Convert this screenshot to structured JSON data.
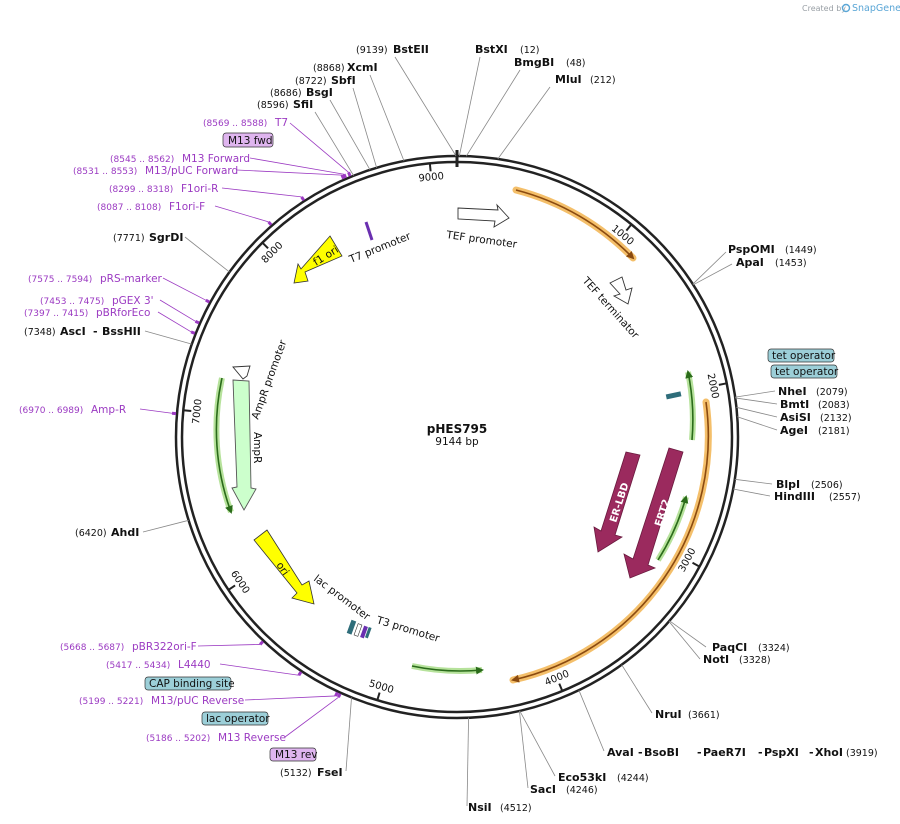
{
  "credit": {
    "prefix": "Created by",
    "brand": "SnapGene"
  },
  "plasmid": {
    "name": "pHES795",
    "size": "9144 bp",
    "length": 9144
  },
  "ticks": [
    "1000",
    "2000",
    "3000",
    "4000",
    "5000",
    "6000",
    "7000",
    "8000",
    "9000"
  ],
  "enzymes": [
    {
      "name": "BstEII",
      "pos": "(9139)"
    },
    {
      "name": "BstXI",
      "pos": "(12)"
    },
    {
      "name": "BmgBI",
      "pos": "(48)"
    },
    {
      "name": "MluI",
      "pos": "(212)"
    },
    {
      "name": "XcmI",
      "pos": "(8868)"
    },
    {
      "name": "SbfI",
      "pos": "(8722)"
    },
    {
      "name": "BsgI",
      "pos": "(8686)"
    },
    {
      "name": "SfiI",
      "pos": "(8596)"
    },
    {
      "name": "PspOMI",
      "pos": "(1449)"
    },
    {
      "name": "ApaI",
      "pos": "(1453)"
    },
    {
      "name": "NheI",
      "pos": "(2079)"
    },
    {
      "name": "BmtI",
      "pos": "(2083)"
    },
    {
      "name": "AsiSI",
      "pos": "(2132)"
    },
    {
      "name": "AgeI",
      "pos": "(2181)"
    },
    {
      "name": "BlpI",
      "pos": "(2506)"
    },
    {
      "name": "HindIII",
      "pos": "(2557)"
    },
    {
      "name": "PaqCI",
      "pos": "(3324)"
    },
    {
      "name": "NotI",
      "pos": "(3328)"
    },
    {
      "name": "NruI",
      "pos": "(3661)"
    },
    {
      "name": "Eco53kI",
      "pos": "(4244)"
    },
    {
      "name": "SacI",
      "pos": "(4246)"
    },
    {
      "name": "NsiI",
      "pos": "(4512)"
    },
    {
      "name": "FseI",
      "pos": "(5132)"
    },
    {
      "name": "AhdI",
      "pos": "(6420)"
    },
    {
      "name": "SgrDI",
      "pos": "(7771)"
    }
  ],
  "enzyme_groups": [
    {
      "names": [
        "AscI",
        "BssHII"
      ],
      "pos": "(7348)"
    },
    {
      "names": [
        "AvaI",
        "BsoBI",
        "PaeR7I",
        "PspXI",
        "XhoI"
      ],
      "pos": "(3919)"
    }
  ],
  "primers": [
    {
      "name": "T7",
      "pos": "(8569 .. 8588)"
    },
    {
      "name": "M13 Forward",
      "pos": "(8545 .. 8562)"
    },
    {
      "name": "M13/pUC Forward",
      "pos": "(8531 .. 8553)"
    },
    {
      "name": "F1ori-R",
      "pos": "(8299 .. 8318)"
    },
    {
      "name": "F1ori-F",
      "pos": "(8087 .. 8108)"
    },
    {
      "name": "pRS-marker",
      "pos": "(7575 .. 7594)"
    },
    {
      "name": "pGEX 3'",
      "pos": "(7453 .. 7475)"
    },
    {
      "name": "pBRforEco",
      "pos": "(7397 .. 7415)"
    },
    {
      "name": "Amp-R",
      "pos": "(6970 .. 6989)"
    },
    {
      "name": "pBR322ori-F",
      "pos": "(5668 .. 5687)"
    },
    {
      "name": "L4440",
      "pos": "(5417 .. 5434)"
    },
    {
      "name": "M13/pUC Reverse",
      "pos": "(5199 .. 5221)"
    },
    {
      "name": "M13 Reverse",
      "pos": "(5186 .. 5202)"
    }
  ],
  "boxes": [
    "M13 fwd",
    "tet operator",
    "tet operator",
    "CAP binding site",
    "lac operator",
    "M13 rev"
  ],
  "features": {
    "tef_promoter": "TEF promoter",
    "tef_terminator": "TEF terminator",
    "t7_promoter": "T7 promoter",
    "f1_ori": "f1 ori",
    "ampr_promoter": "AmpR promoter",
    "ampr": "AmpR",
    "ori": "ori",
    "lac_promoter": "lac promoter",
    "t3_promoter": "T3 promoter",
    "er_lbd": "ER-LBD",
    "ert2": "ERT2"
  },
  "colors": {
    "backbone": "#222222",
    "primer": "#9b3ac2",
    "f1ori": "#ffff00",
    "ampr": "#ccffcc",
    "orf": "#a3a3a3",
    "ert": "#9b2a5e",
    "orange_highlight": "#f4bf6a",
    "green_highlight": "#8ed16b",
    "tet_box": "#9ccfd8",
    "primer_box": "#dfb5ef"
  }
}
